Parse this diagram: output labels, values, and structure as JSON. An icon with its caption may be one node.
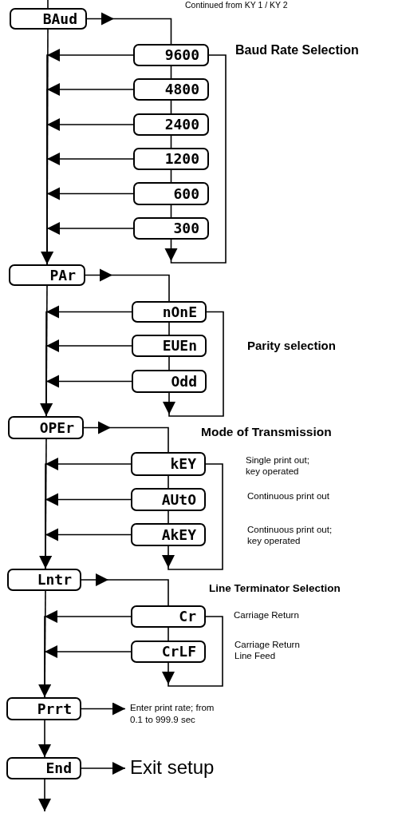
{
  "diagram": {
    "nodes": [
      {
        "text": [
          "BAud"
        ]
      },
      {
        "text": [
          "9600"
        ]
      },
      {
        "text": [
          "4800"
        ]
      },
      {
        "text": [
          "2400"
        ]
      },
      {
        "text": [
          "1200"
        ]
      },
      {
        "text": [
          "600"
        ]
      },
      {
        "text": [
          "300"
        ]
      },
      {
        "text": [
          "PAr"
        ]
      },
      {
        "text": [
          "nOnE"
        ]
      },
      {
        "text": [
          "EUEn"
        ]
      },
      {
        "text": [
          "Odd"
        ]
      },
      {
        "text": [
          "OPEr"
        ]
      },
      {
        "text": [
          "kEY"
        ]
      },
      {
        "text": [
          "AUtO"
        ]
      },
      {
        "text": [
          "AkEY"
        ]
      },
      {
        "text": [
          "Lntr"
        ]
      },
      {
        "text": [
          "Cr"
        ],
        "beside": [
          "Carriage Return"
        ]
      },
      {
        "text": [
          "CrLF"
        ],
        "beside": [
          "Carriage Return Line Feed"
        ]
      },
      {
        "text": [
          "Prrt"
        ]
      },
      {
        "text": [
          "Enter print rate; from 0.1 to 999.9 sec"
        ]
      },
      {
        "text": [
          "End"
        ]
      },
      {
        "text": [
          "Exit setup"
        ]
      }
    ],
    "edges": [
      {
        "from": null,
        "to": 0,
        "arrow": "none"
      },
      {
        "from": 0,
        "to": 1,
        "arrow": "to"
      },
      {
        "from": 1,
        "to": 2,
        "arrow": "none"
      },
      {
        "from": 2,
        "to": 3,
        "arrow": "none"
      },
      {
        "from": 3,
        "to": 4,
        "arrow": "none"
      },
      {
        "from": 4,
        "to": 5,
        "arrow": "none"
      },
      {
        "from": 5,
        "to": 6,
        "arrow": "none"
      },
      {
        "from": 6,
        "to": 1,
        "arrow": "to"
      },
      {
        "from": 1,
        "to": 7,
        "arrow": "to"
      },
      {
        "from": 2,
        "to": 7,
        "arrow": "to"
      },
      {
        "from": 3,
        "to": 7,
        "arrow": "to"
      },
      {
        "from": 4,
        "to": 7,
        "arrow": "to"
      },
      {
        "from": 5,
        "to": 7,
        "arrow": "to"
      },
      {
        "from": 6,
        "to": 7,
        "arrow": "to"
      },
      {
        "from": 0,
        "to": 7,
        "arrow": "to"
      },
      {
        "from": 7,
        "to": 8,
        "arrow": "to"
      },
      {
        "from": 8,
        "to": 9,
        "arrow": "none"
      },
      {
        "from": 9,
        "to": 10,
        "arrow": "none"
      },
      {
        "from": 10,
        "to": 8,
        "arrow": "to"
      },
      {
        "from": 8,
        "to": 11,
        "arrow": "to"
      },
      {
        "from": 9,
        "to": 11,
        "arrow": "to"
      },
      {
        "from": 10,
        "to": 11,
        "arrow": "to"
      },
      {
        "from": 7,
        "to": 11,
        "arrow": "to"
      },
      {
        "from": 11,
        "to": 12,
        "arrow": "to"
      },
      {
        "from": 12,
        "to": 13,
        "arrow": "none"
      },
      {
        "from": 13,
        "to": 14,
        "arrow": "none"
      },
      {
        "from": 14,
        "to": 12,
        "arrow": "to"
      },
      {
        "from": 12,
        "to": 15,
        "arrow": "to"
      },
      {
        "from": 13,
        "to": 15,
        "arrow": "to"
      },
      {
        "from": 14,
        "to": 15,
        "arrow": "to"
      },
      {
        "from": 11,
        "to": 15,
        "arrow": "to"
      },
      {
        "from": 15,
        "to": 16,
        "arrow": "to"
      },
      {
        "from": 16,
        "to": 17,
        "arrow": "none"
      },
      {
        "from": 17,
        "to": 16,
        "arrow": "to"
      },
      {
        "from": 16,
        "to": 18,
        "arrow": "to"
      },
      {
        "from": 17,
        "to": 18,
        "arrow": "to"
      },
      {
        "from": 15,
        "to": 18,
        "arrow": "to"
      },
      {
        "from": 18,
        "to": 19,
        "arrow": "to"
      },
      {
        "from": 18,
        "to": 20,
        "arrow": "to"
      },
      {
        "from": 20,
        "to": 21,
        "arrow": "to"
      },
      {
        "from": 20,
        "to": null,
        "arrow": "to"
      }
    ],
    "labels": [
      "Continued from KY 1 / KY 2",
      "Baud Rate Selection",
      "Parity selection",
      "Mode of Transmission",
      "Single print out; key operated",
      "Continuous print out",
      "Continuous print out; key operated",
      "Line Terminator Selection"
    ]
  }
}
